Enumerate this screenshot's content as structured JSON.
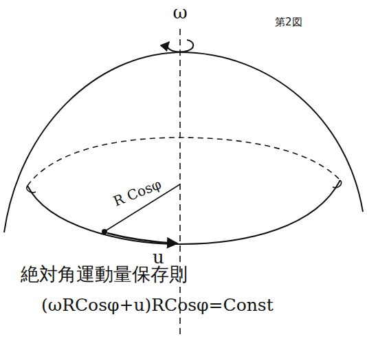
{
  "diagram": {
    "labels": [
      "ω",
      "第2図",
      "R Cosφ",
      "u",
      "絶対角運動量保存則",
      "(ωRCosφ+u)RCosφ=Const"
    ]
  }
}
